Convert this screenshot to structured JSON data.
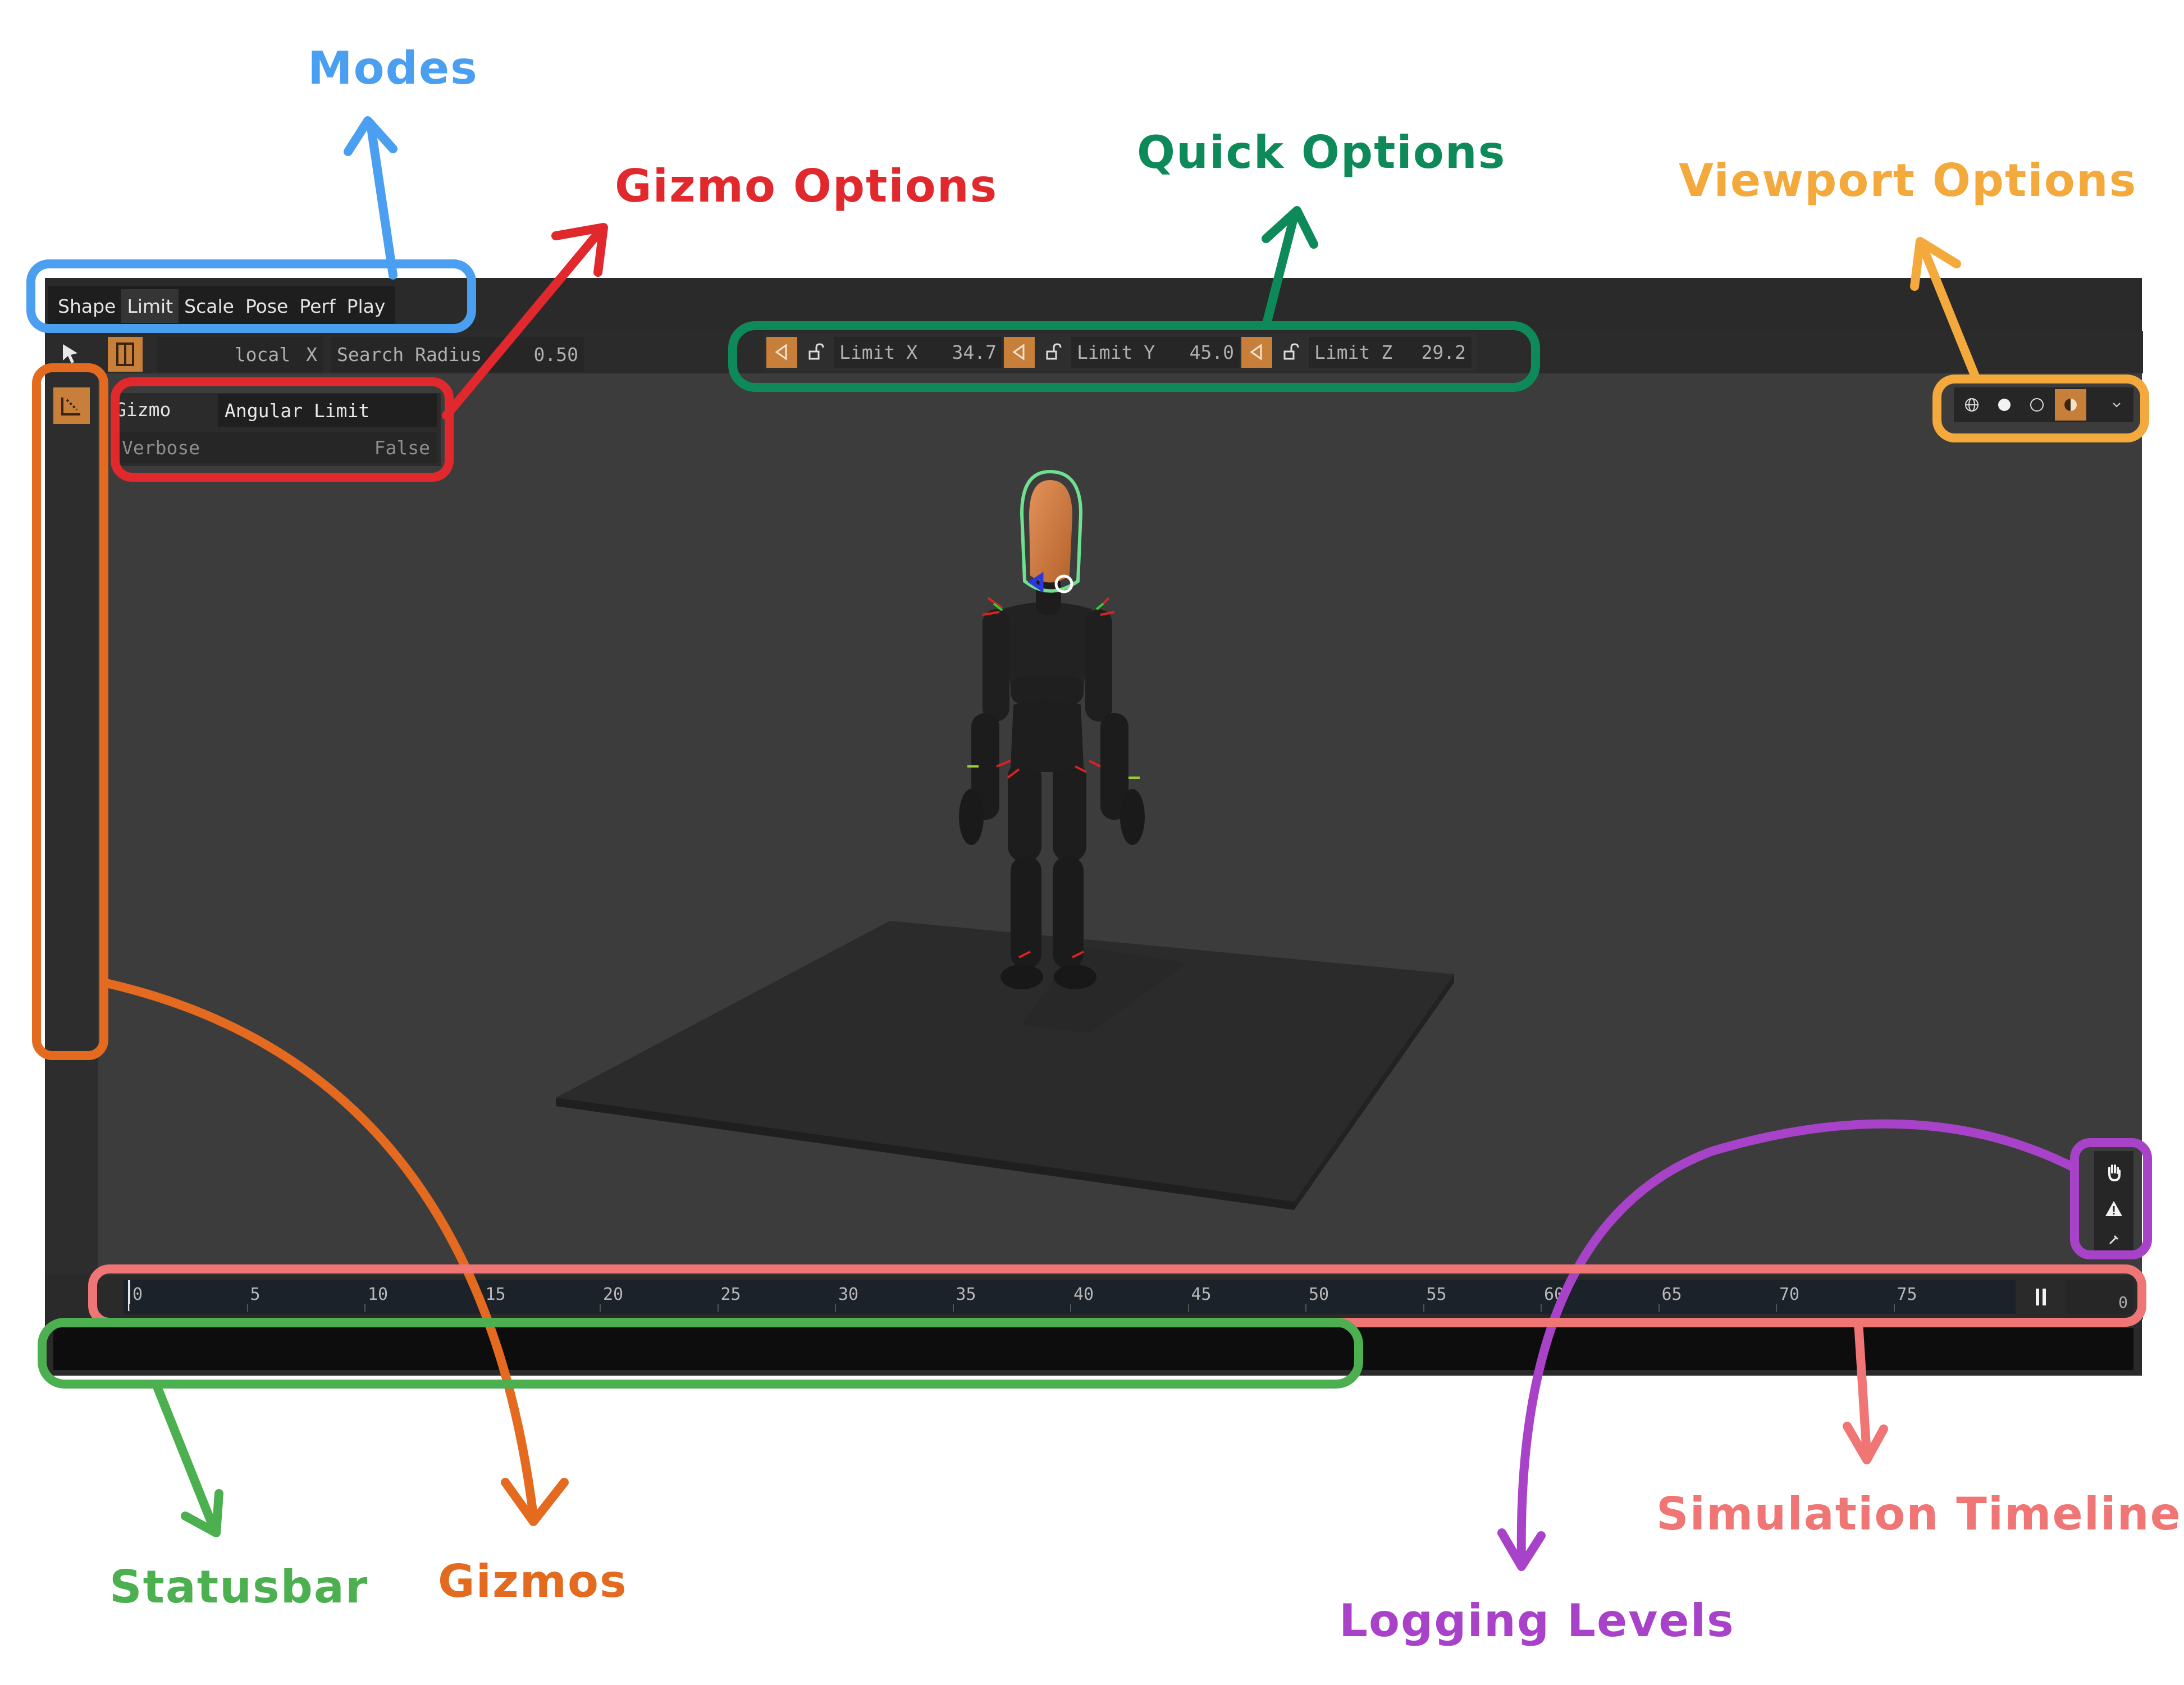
{
  "annotations": {
    "modes": "Modes",
    "gizmo_options": "Gizmo Options",
    "quick_options": "Quick Options",
    "viewport_options": "Viewport Options",
    "statusbar": "Statusbar",
    "gizmos": "Gizmos",
    "logging_levels": "Logging Levels",
    "simulation_timeline": "Simulation Timeline"
  },
  "colors": {
    "modes": "#4a9ff0",
    "gizmo_options": "#e0282d",
    "quick_options": "#0e8a5a",
    "viewport_options": "#f3a93b",
    "statusbar": "#4caf50",
    "gizmos": "#e46a1f",
    "logging_levels": "#a843c9",
    "simulation_timeline": "#f07575",
    "accent": "#c87f3a",
    "window_bg": "#2a2a2a",
    "viewport_bg": "#3c3c3c"
  },
  "modes": [
    "Shape",
    "Limit",
    "Scale",
    "Pose",
    "Perf",
    "Play"
  ],
  "modes_active": "Limit",
  "toolbar": {
    "space_label": "local",
    "axis_label": "X",
    "search_radius_label": "Search Radius",
    "search_radius_value": "0.50"
  },
  "quick_options": [
    {
      "label": "Limit X",
      "value": "34.7"
    },
    {
      "label": "Limit Y",
      "value": "45.0"
    },
    {
      "label": "Limit Z",
      "value": "29.2"
    }
  ],
  "gizmo_panel": {
    "gizmo_label": "Gizmo",
    "gizmo_value": "Angular Limit",
    "verbose_label": "Verbose",
    "verbose_value": "False"
  },
  "viewport_icons": [
    "wireframe-icon",
    "solid-icon",
    "shaded-icon",
    "material-icon",
    "chevron-down-icon"
  ],
  "logging_icons": [
    "hand-icon",
    "warning-icon",
    "tools-icon"
  ],
  "timeline": {
    "ticks": [
      "0",
      "5",
      "10",
      "15",
      "20",
      "25",
      "30",
      "35",
      "40",
      "45",
      "50",
      "55",
      "60",
      "65",
      "70",
      "75"
    ],
    "frame": "0",
    "pause_glyph": "||"
  }
}
